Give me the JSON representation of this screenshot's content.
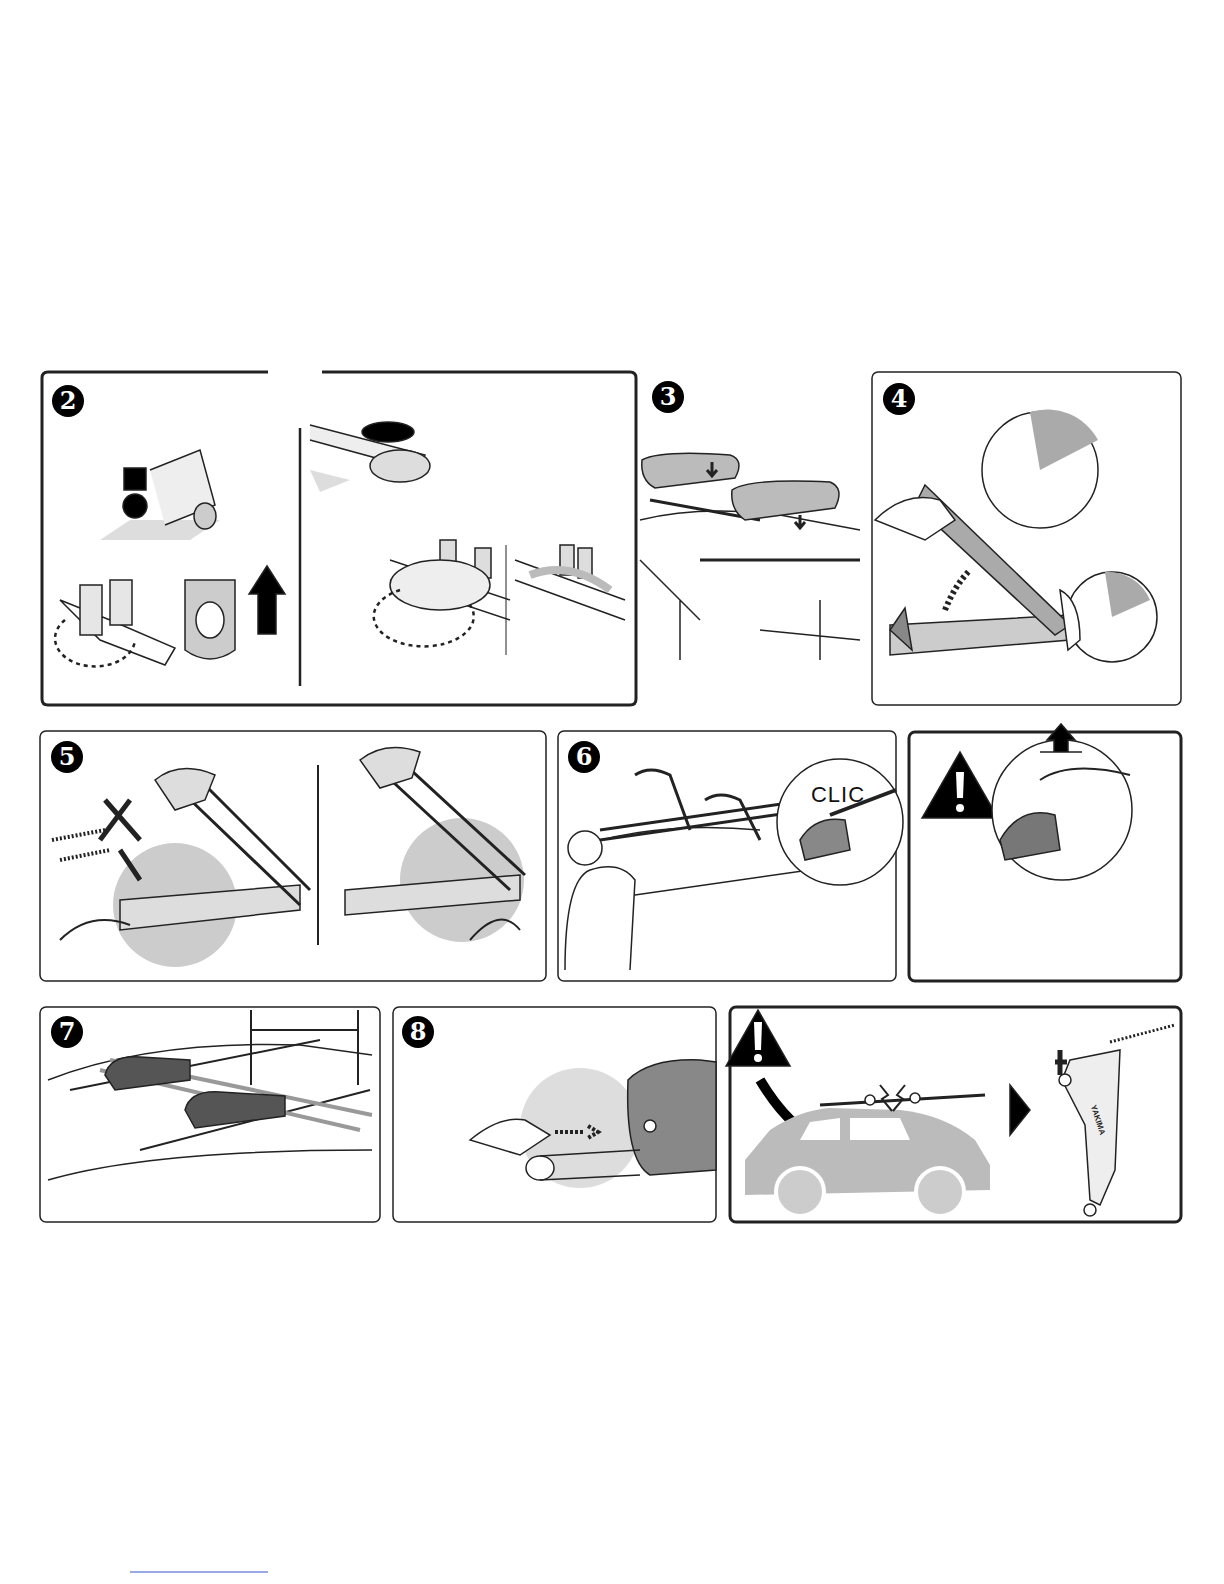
{
  "diagram": {
    "labels": [
      "2",
      "3",
      "4",
      "5",
      "6",
      "CLIC",
      "7",
      "8",
      "YAKIMA"
    ]
  }
}
